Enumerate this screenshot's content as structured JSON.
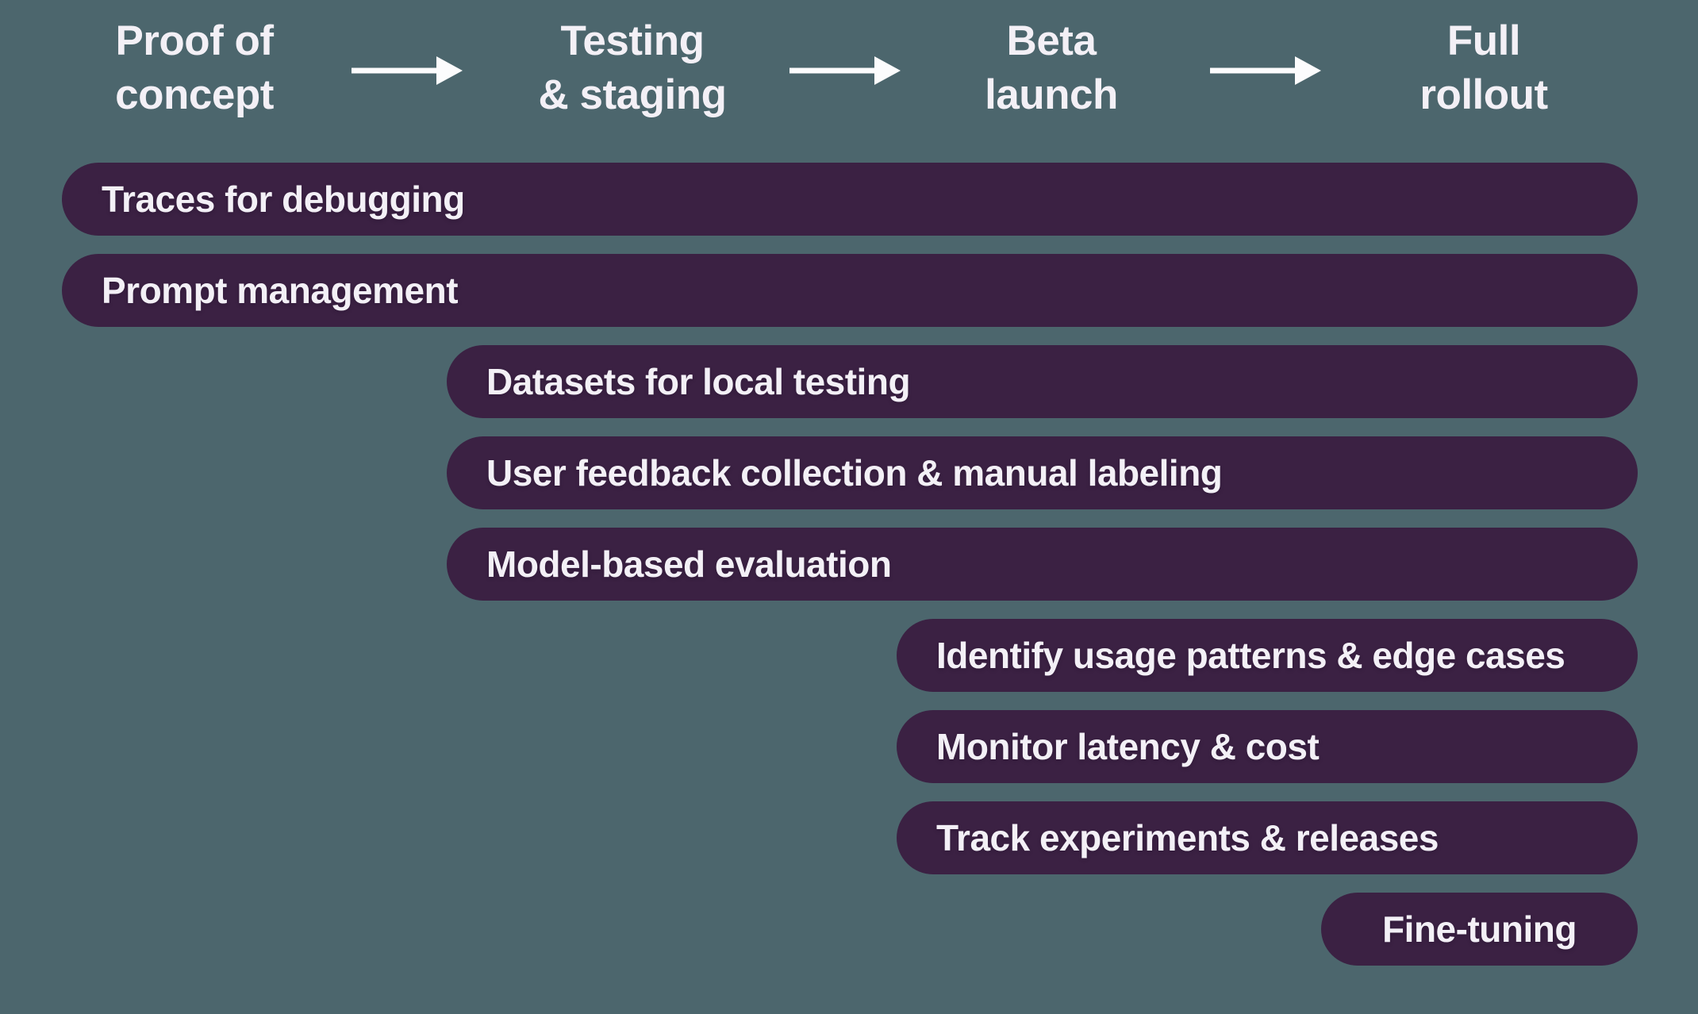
{
  "colors": {
    "background": "#4c666d",
    "bar": "#3b2143",
    "text": "#f3f0f6",
    "arrow": "#fcfcfd"
  },
  "phases": [
    {
      "id": "proof-of-concept",
      "line1": "Proof of",
      "line2": "concept",
      "label": "Proof of concept"
    },
    {
      "id": "testing-staging",
      "line1": "Testing",
      "line2": "& staging",
      "label": "Testing & staging"
    },
    {
      "id": "beta-launch",
      "line1": "Beta",
      "line2": "launch",
      "label": "Beta launch"
    },
    {
      "id": "full-rollout",
      "line1": "Full",
      "line2": "rollout",
      "label": "Full rollout"
    }
  ],
  "bars": [
    {
      "label": "Traces for debugging",
      "starts_at_phase": "Proof of concept",
      "ends_at_phase": "Full rollout"
    },
    {
      "label": "Prompt management",
      "starts_at_phase": "Proof of concept",
      "ends_at_phase": "Full rollout"
    },
    {
      "label": "Datasets for local testing",
      "starts_at_phase": "Testing & staging",
      "ends_at_phase": "Full rollout"
    },
    {
      "label": "User feedback collection & manual labeling",
      "starts_at_phase": "Testing & staging",
      "ends_at_phase": "Full rollout"
    },
    {
      "label": "Model-based evaluation",
      "starts_at_phase": "Testing & staging",
      "ends_at_phase": "Full rollout"
    },
    {
      "label": "Identify usage patterns & edge cases",
      "starts_at_phase": "Beta launch",
      "ends_at_phase": "Full rollout"
    },
    {
      "label": "Monitor latency & cost",
      "starts_at_phase": "Beta launch",
      "ends_at_phase": "Full rollout"
    },
    {
      "label": "Track experiments & releases",
      "starts_at_phase": "Beta launch",
      "ends_at_phase": "Full rollout"
    },
    {
      "label": "Fine-tuning",
      "starts_at_phase": "Full rollout",
      "ends_at_phase": "Full rollout"
    }
  ]
}
